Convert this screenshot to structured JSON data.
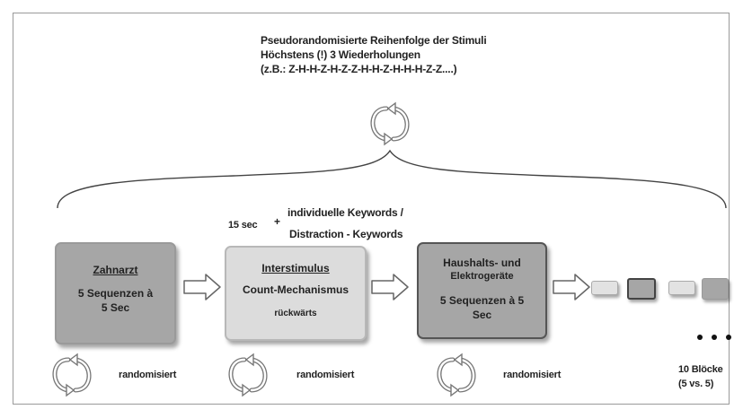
{
  "top": {
    "line1": "Pseudorandomisierte Reihenfolge der Stimuli",
    "line2": "Höchstens (!) 3 Wiederholungen",
    "line3": "(z.B.: Z-H-H-Z-H-Z-Z-H-H-Z-H-H-H-Z-Z....)"
  },
  "interstimulus_info": {
    "duration": "15 sec",
    "plus": "+",
    "keywords_line1": "individuelle Keywords /",
    "keywords_line2": "Distraction - Keywords"
  },
  "boxes": {
    "zahnarzt": {
      "title": "Zahnarzt",
      "line2": "5 Sequenzen à",
      "line3": "5 Sec"
    },
    "interstimulus": {
      "title": "Interstimulus",
      "line2": "Count-Mechanismus",
      "line3": "rückwärts"
    },
    "haushalt": {
      "title_line1": "Haushalts- und",
      "title_line2": "Elektrogeräte",
      "line3": "5 Sequenzen à 5",
      "line4": "Sec"
    }
  },
  "bottom": {
    "randomisiert_1": "randomisiert",
    "randomisiert_2": "randomisiert",
    "randomisiert_3": "randomisiert",
    "blocks_line1": "10 Blöcke",
    "blocks_line2": "(5 vs. 5)",
    "ellipsis": "• • •"
  },
  "colors": {
    "zahnarzt_fill": "#a6a6a6",
    "interstimulus_fill": "#dcdcdc",
    "haushalt_fill": "#a6a6a6",
    "mini_light": "#e2e2e2",
    "mini_dark": "#a6a6a6"
  },
  "icons": [
    "cycle-arrows-icon",
    "arrow-right-icon",
    "curly-brace-icon"
  ]
}
